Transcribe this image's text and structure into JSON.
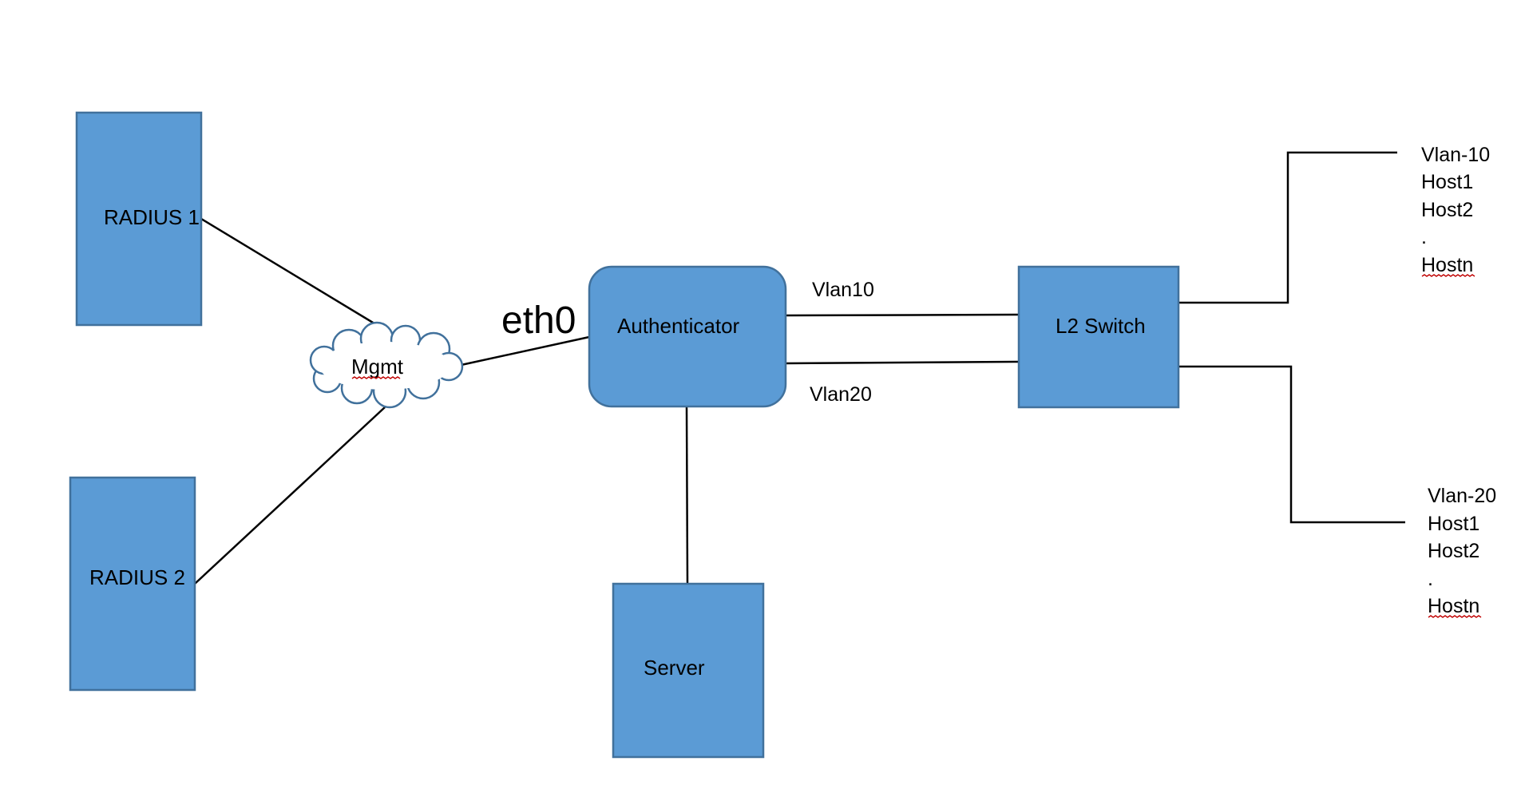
{
  "colors": {
    "node_fill": "#5B9BD5",
    "node_stroke": "#41719C",
    "link": "#000000",
    "background": "#FFFFFF"
  },
  "nodes": {
    "radius1": "RADIUS 1",
    "radius2": "RADIUS 2",
    "mgmt": "Mgmt",
    "authenticator": "Authenticator",
    "l2_switch": "L2 Switch",
    "server": "Server"
  },
  "edges": {
    "eth0": "eth0",
    "vlan10": "Vlan10",
    "vlan20": "Vlan20"
  },
  "host_groups": [
    {
      "lines": [
        "Vlan-10",
        "Host1",
        "Host2",
        ".",
        "Hostn"
      ]
    },
    {
      "lines": [
        "Vlan-20",
        "Host1",
        "Host2",
        ".",
        "Hostn"
      ]
    }
  ]
}
